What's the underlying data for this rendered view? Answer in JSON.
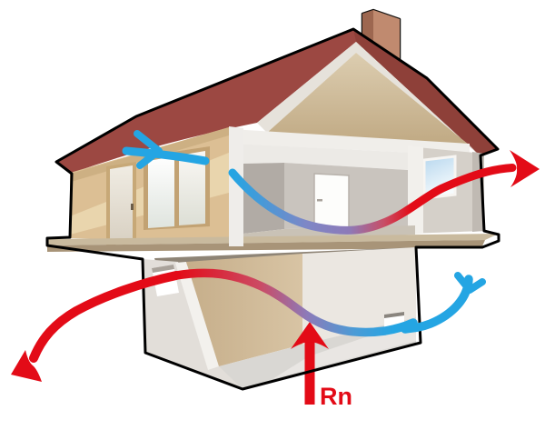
{
  "labels": {
    "radon": "Rn"
  },
  "colors": {
    "background": "#ffffff",
    "outline": "#000000",
    "radon_red": "#e30b17",
    "fresh_air_blue": "#24a5e3",
    "mix_purple": "#8d7ab8",
    "roof_red": "#9c4842",
    "roof_fascia": "#8e4039",
    "roof_cut_edge": "#e6e2db",
    "attic_light": "#dccdb0",
    "attic_dark": "#c0a983",
    "chimney_front": "#c08a6f",
    "chimney_side": "#9d6750",
    "wall_tan": "#dcbf94",
    "wall_highlight": "#eedcb6",
    "eave_shadow": "#c9ac7e",
    "window_frame": "#c2a273",
    "door_frame": "#c7a877",
    "interior_wall": "#c9c4be",
    "interior_wall_shadow": "#b1aba5",
    "right_section_wall": "#d5d0c9",
    "right_edge_shade": "#c0bab3",
    "ceiling": "#eceae6",
    "cut_edge_white": "#efedea",
    "floor_gray": "#c9c2b6",
    "slab_top": "#c9ba9e",
    "slab_front": "#a89478",
    "slab_shadow": "#8e8476",
    "foundation_gray": "#e2ded9",
    "basement_wall_tan": "#d8c4a4",
    "basement_wall_light": "#ebe7e1",
    "basement_floor": "#d9d7d3",
    "sky_blue": "#b7d7ee",
    "door_white": "#fdfdfb",
    "vent_white": "#ffffff"
  },
  "arrows": {
    "radon_entry": "red arrow rising from ground into basement",
    "basement_crossflow": "red-to-blue gradient arc across basement",
    "basement_intake": "blue arrow entering right basement vent",
    "basement_exhaust": "red arrow leaving left foundation vent",
    "upstairs_crossflow": "blue-to-red gradient arc across living room",
    "upstairs_exhaust": "red arrow leaving upper right window",
    "eave_intake": "blue arrow entering under left eave"
  }
}
